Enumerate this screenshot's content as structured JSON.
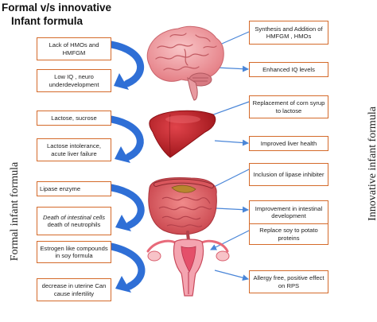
{
  "title": {
    "line1": "Formal v/s innovative",
    "line2": "Infant formula"
  },
  "side_labels": {
    "left": "Formal infant formula",
    "right": "Innovative infant formula"
  },
  "rows": [
    {
      "organ": "brain",
      "formal_problem": "Lack of HMOs and HMFGM",
      "formal_effect": "Low IQ , neuro underdevelopment",
      "innovation": "Synthesis and Addition of HMFGM , HMOs",
      "innovative_effect": "Enhanced IQ levels"
    },
    {
      "organ": "liver",
      "formal_problem": "Lactose, sucrose",
      "formal_effect": "Lactose intolerance, acute liver failure",
      "innovation": "Replacement of corn syrup to lactose",
      "innovative_effect": "Improved liver health"
    },
    {
      "organ": "intestine",
      "formal_problem": "Lipase enzyme",
      "formal_effect_italic": "Death of intestinal cells",
      "formal_effect_rest": " death of neutrophils",
      "innovation": "Inclusion of lipase inhibiter",
      "innovative_effect": "Improvement in intestinal development"
    },
    {
      "organ": "uterus",
      "formal_problem": "Estrogen like compounds in soy formula",
      "formal_effect": "decrease in uterine Can cause infertility",
      "innovation": "Replace soy to potato proteins",
      "innovative_effect": "Allergy free, positive effect on RPS"
    }
  ],
  "colors": {
    "box_border": "#d46a2a",
    "curved_arrow": "#2f6fd6",
    "thin_arrow": "#4a86d8",
    "organ_red": "#c8262c",
    "brain_pink": "#f2a3a6"
  }
}
